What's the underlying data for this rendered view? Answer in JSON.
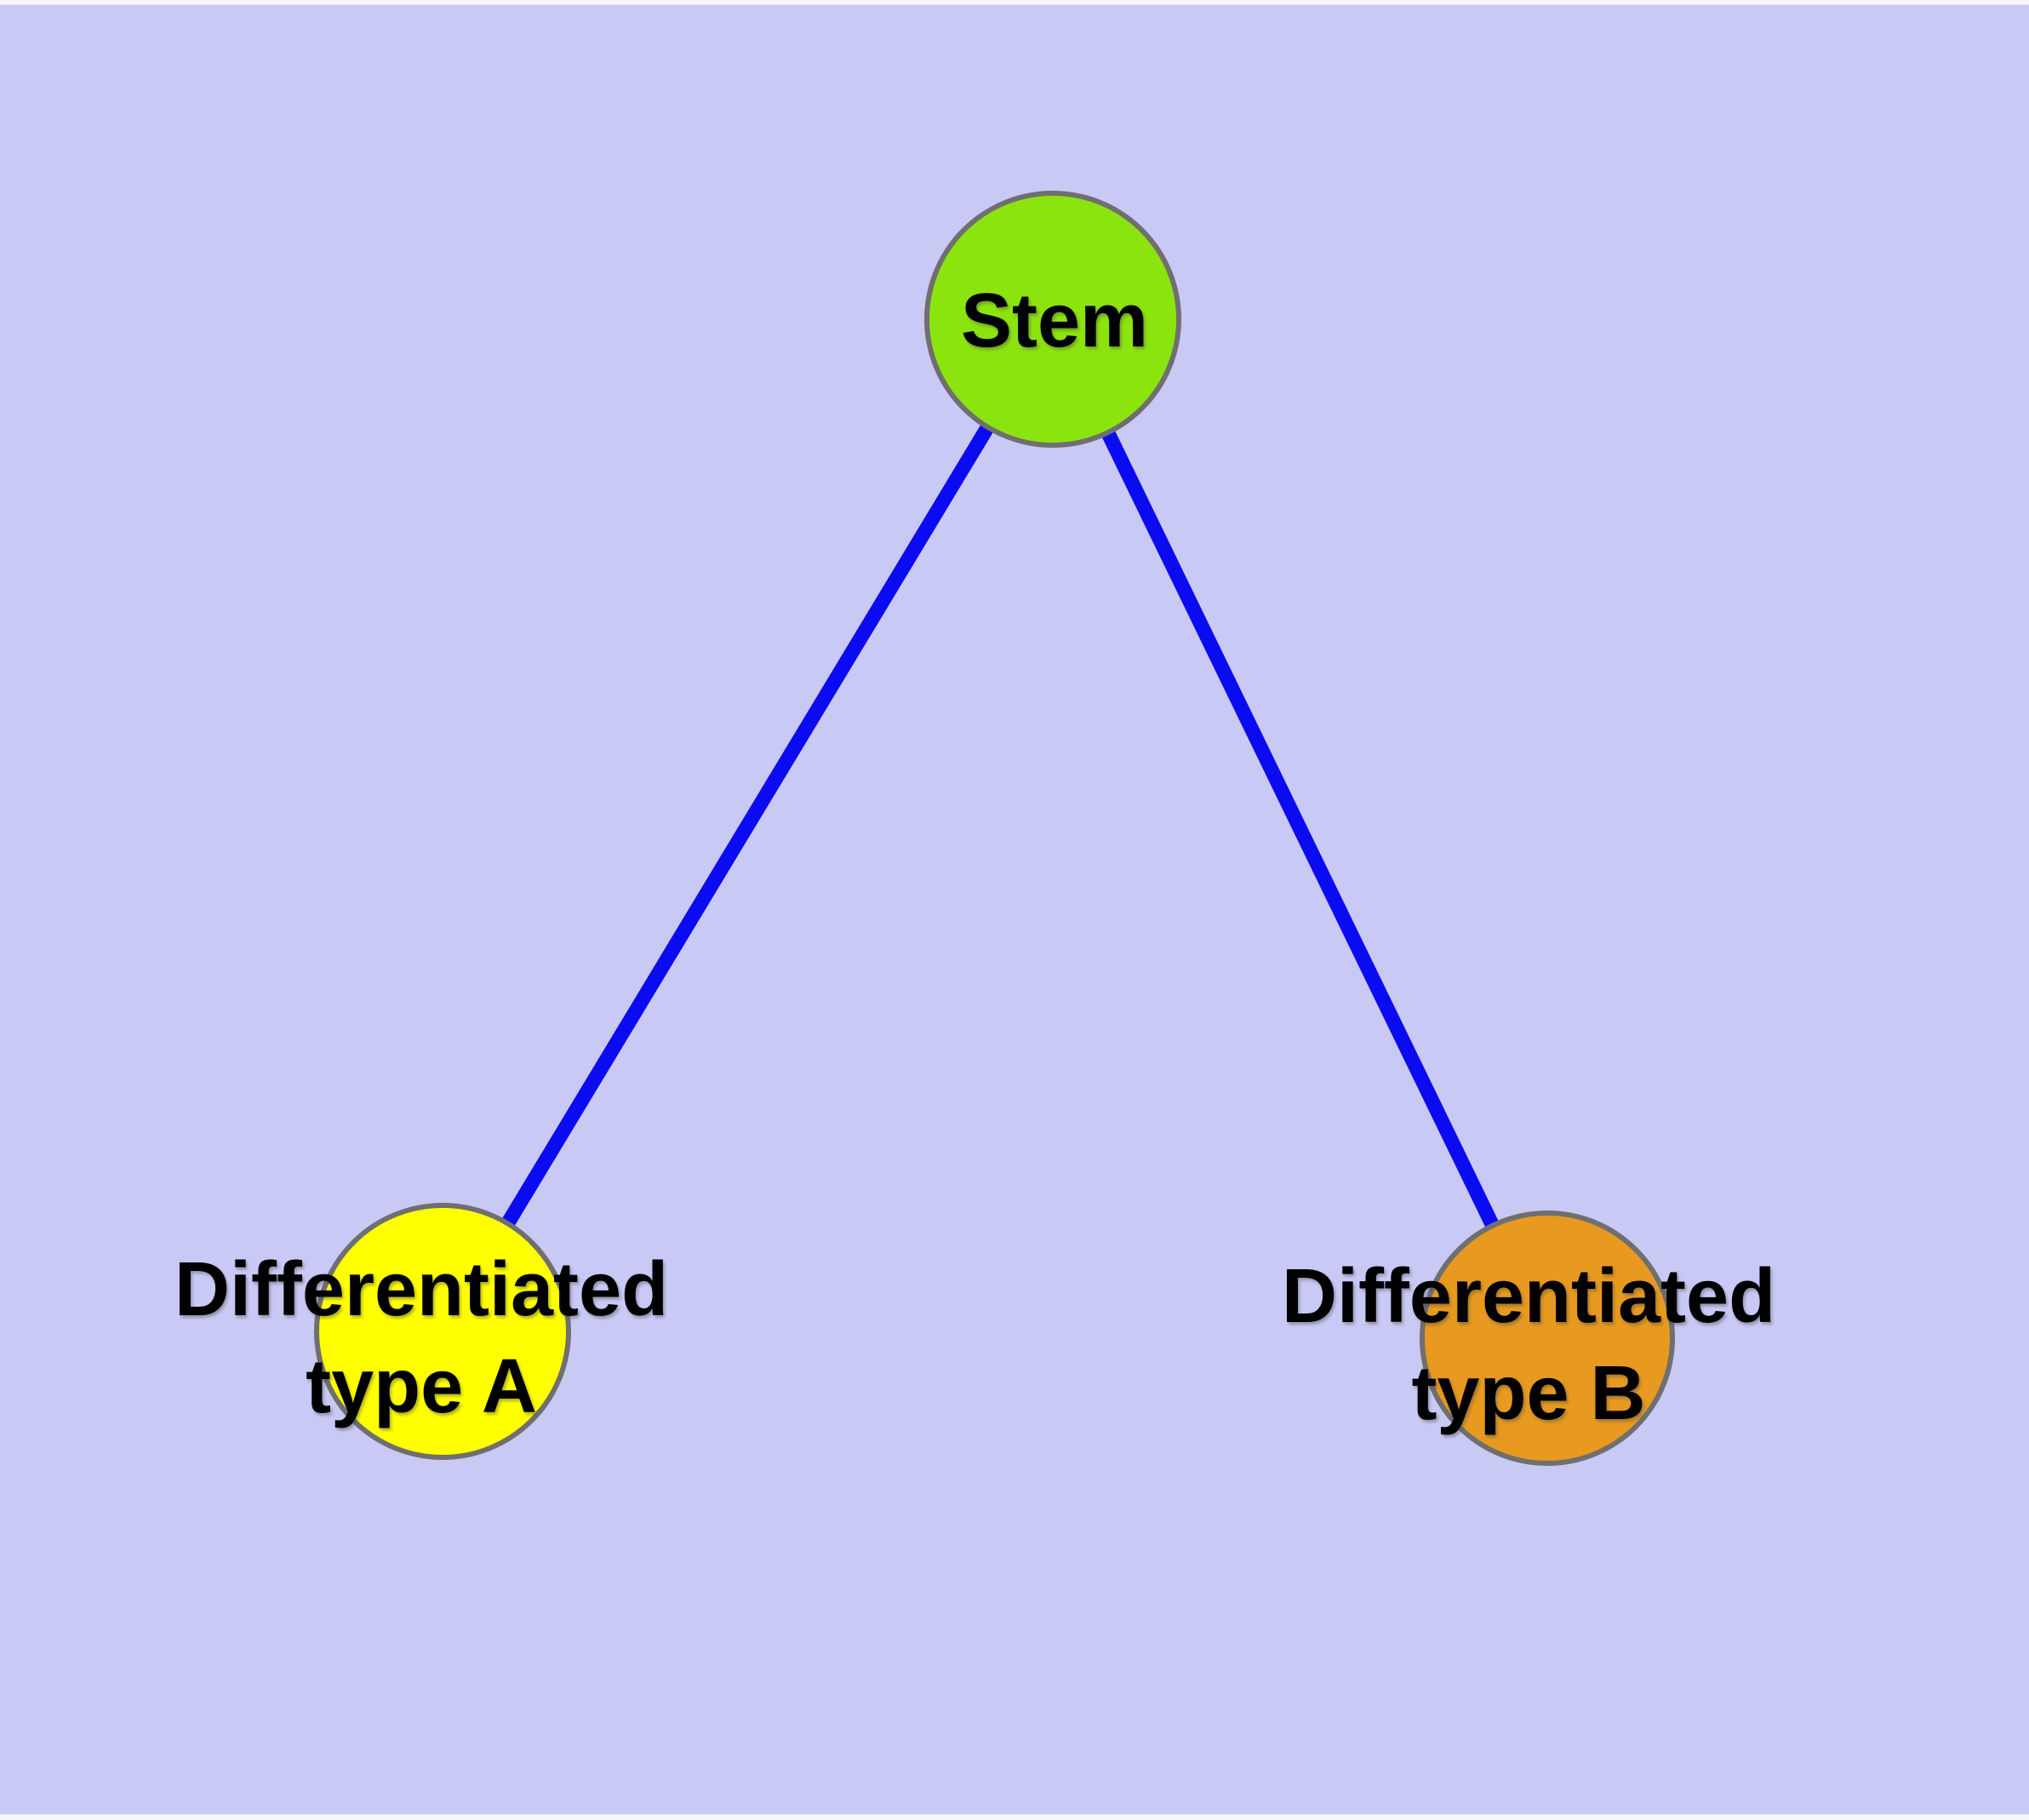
{
  "diagram": {
    "background_color": "#c9c9f5",
    "frame_color": "#f6f6fb",
    "edge_color": "#0b0bf2",
    "node_border_color": "#6f6f6f",
    "text_color": "#000000",
    "nodes": [
      {
        "id": "stem",
        "label": "Stem",
        "color": "#8ce40e"
      },
      {
        "id": "typeA",
        "label_line1": "Differentiated",
        "label_line2": "type A",
        "color": "#ffff00"
      },
      {
        "id": "typeB",
        "label_line1": "Differentiated",
        "label_line2": "type B",
        "color": "#e79a1f"
      }
    ],
    "edges": [
      {
        "from": "stem",
        "to": "typeA"
      },
      {
        "from": "stem",
        "to": "typeB"
      }
    ]
  }
}
